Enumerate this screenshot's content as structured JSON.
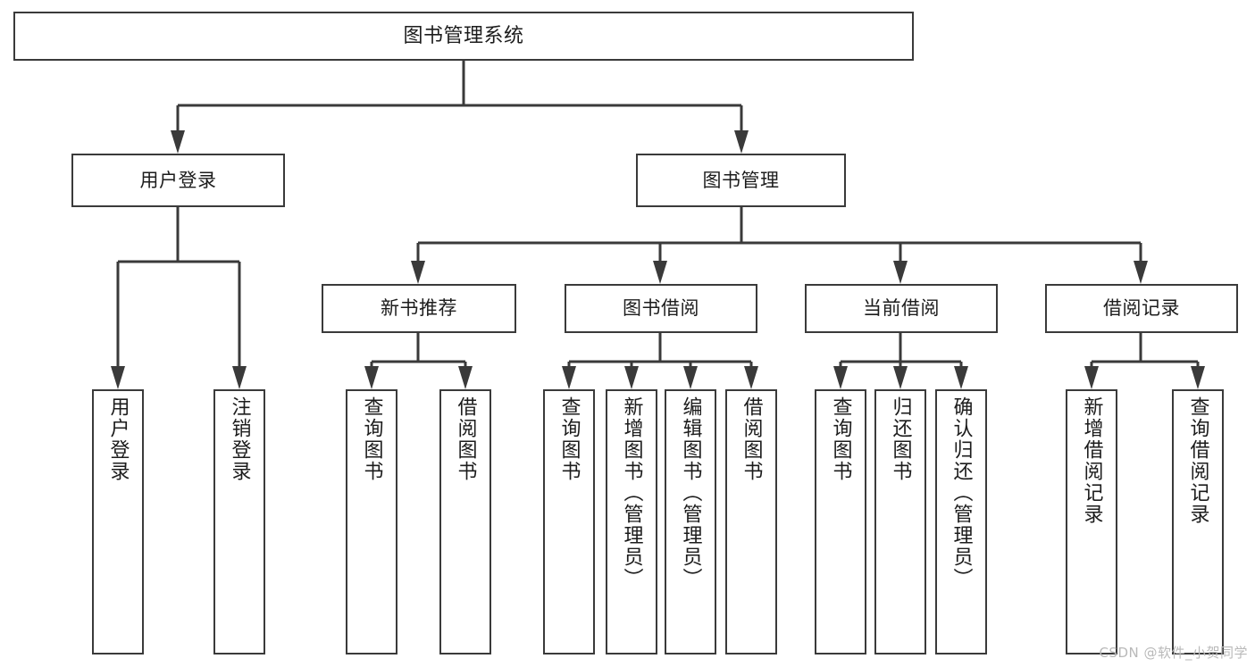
{
  "diagram": {
    "type": "tree",
    "title": "图书管理系统",
    "root": {
      "label": "图书管理系统"
    },
    "level1": [
      {
        "label": "用户登录"
      },
      {
        "label": "图书管理"
      }
    ],
    "level2": [
      {
        "label": "新书推荐"
      },
      {
        "label": "图书借阅"
      },
      {
        "label": "当前借阅"
      },
      {
        "label": "借阅记录"
      }
    ],
    "leaves": {
      "user_login": [
        {
          "label": "用户登录"
        },
        {
          "label": "注销登录"
        }
      ],
      "new_book_recommend": [
        {
          "label": "查询图书"
        },
        {
          "label": "借阅图书"
        }
      ],
      "book_borrow": [
        {
          "label": "查询图书"
        },
        {
          "label": "新增图书（管理员）"
        },
        {
          "label": "编辑图书（管理员）"
        },
        {
          "label": "借阅图书"
        }
      ],
      "current_borrow": [
        {
          "label": "查询图书"
        },
        {
          "label": "归还图书"
        },
        {
          "label": "确认归还（管理员）"
        }
      ],
      "borrow_record": [
        {
          "label": "新增借阅记录"
        },
        {
          "label": "查询借阅记录"
        }
      ]
    }
  },
  "watermark": {
    "text": "CSDN @软件_小贺同学"
  },
  "colors": {
    "border": "#3a3a3a",
    "text": "#1c1c1c",
    "background": "#ffffff",
    "edge": "#3a3a3a",
    "watermark": "#b9b9b9"
  }
}
